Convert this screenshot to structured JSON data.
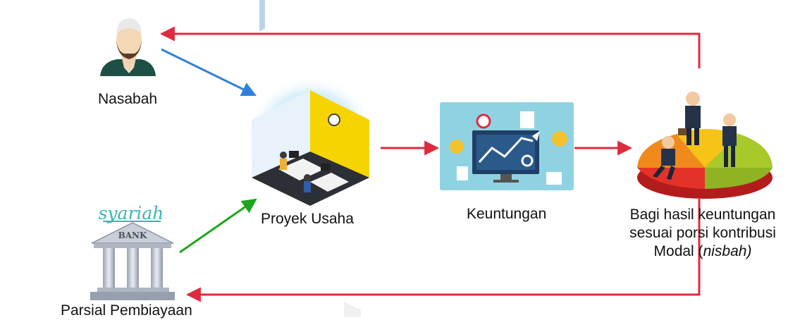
{
  "nodes": {
    "nasabah": {
      "label": "Nasabah"
    },
    "bank": {
      "logo_text": "syariah",
      "sign_text": "BANK",
      "label": "Parsial Pembiayaan"
    },
    "proyek": {
      "label": "Proyek Usaha"
    },
    "keuntungan": {
      "label": "Keuntungan"
    },
    "bagi_hasil": {
      "line1": "Bagi hasil keuntungan",
      "line2": "sesuai porsi kontribusi",
      "line3_prefix": "Modal (",
      "line3_italic": "nisbah)"
    }
  },
  "edges": [
    {
      "from": "nasabah",
      "to": "proyek",
      "color": "#2f80d8"
    },
    {
      "from": "bank",
      "to": "proyek",
      "color": "#1ea51e"
    },
    {
      "from": "proyek",
      "to": "keuntungan",
      "color": "#e02a3e"
    },
    {
      "from": "keuntungan",
      "to": "bagi_hasil",
      "color": "#e02a3e"
    },
    {
      "from": "bagi_hasil",
      "to": "nasabah",
      "color": "#e02a3e"
    },
    {
      "from": "bagi_hasil",
      "to": "bank",
      "color": "#e02a3e"
    }
  ],
  "colors": {
    "accent_red": "#e02a3e",
    "accent_blue": "#2f80d8",
    "accent_green": "#1ea51e",
    "bank_logo": "#3bb5b0",
    "office_yellow": "#f5d400",
    "screen_bg": "#8fd3e3"
  },
  "icons": [
    "muslim-man-icon",
    "bank-building-icon",
    "office-illustration",
    "analytics-screen-illustration",
    "businessmen-pie-chart-illustration"
  ]
}
